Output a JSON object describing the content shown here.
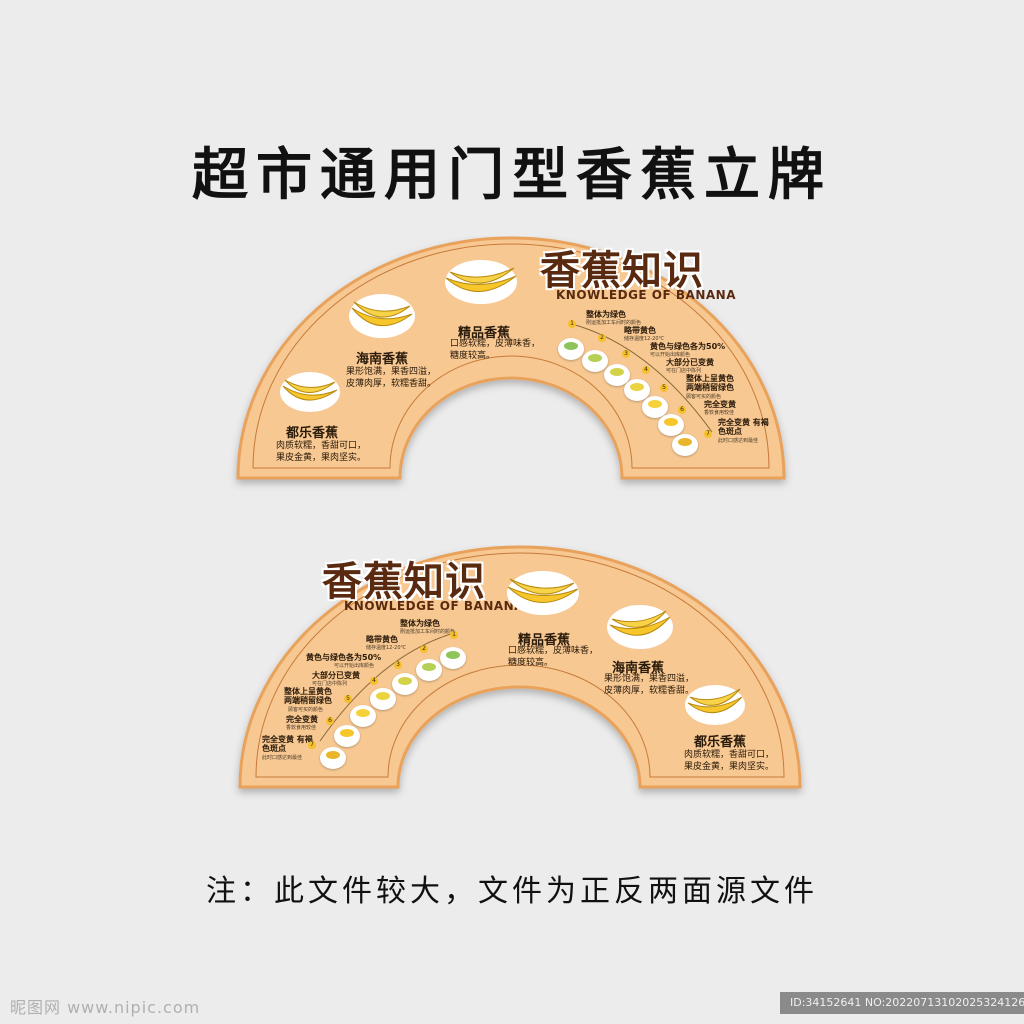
{
  "page": {
    "title": "超市通用门型香蕉立牌",
    "note": "注：此文件较大，文件为正反两面源文件"
  },
  "colors": {
    "board_fill": "#f7c892",
    "board_border": "#e8a25c",
    "logo_brown": "#5a2a10",
    "banana_yellow": "#f6c62a"
  },
  "sign": {
    "logo_title": "香蕉知识",
    "logo_subtitle": "KNOWLEDGE OF BANANA",
    "bananas": [
      {
        "name": "都乐香蕉",
        "desc1": "肉质软糯，香甜可口，",
        "desc2": "果皮金黄，果肉坚实。"
      },
      {
        "name": "海南香蕉",
        "desc1": "果形饱满，果香四溢，",
        "desc2": "皮薄肉厚，软糯香甜。"
      },
      {
        "name": "精品香蕉",
        "desc1": "口感软糯，皮薄味香，",
        "desc2": "糖度较高。"
      }
    ],
    "stages": [
      {
        "num": "1",
        "title": "整体为绿色",
        "note": "刚运抵加工车间时的颜色"
      },
      {
        "num": "2",
        "title": "略带黄色",
        "note": "储存温度12-20℃"
      },
      {
        "num": "3",
        "title": "黄色与绿色各为50%",
        "note": "可以开始出库颜色"
      },
      {
        "num": "4",
        "title": "大部分已变黄",
        "note": "可在门店中陈列"
      },
      {
        "num": "5",
        "title": "整体上呈黄色 两端稍留绿色",
        "note": "顾客可买的颜色"
      },
      {
        "num": "6",
        "title": "完全变黄",
        "note": "香软食用较佳"
      },
      {
        "num": "7",
        "title": "完全变黄 有褐色斑点",
        "note": "此时口感达到最佳"
      }
    ]
  },
  "watermark": {
    "site": "昵图网 www.nipic.com",
    "id": "ID:34152641 NO:20220713102025324126"
  }
}
